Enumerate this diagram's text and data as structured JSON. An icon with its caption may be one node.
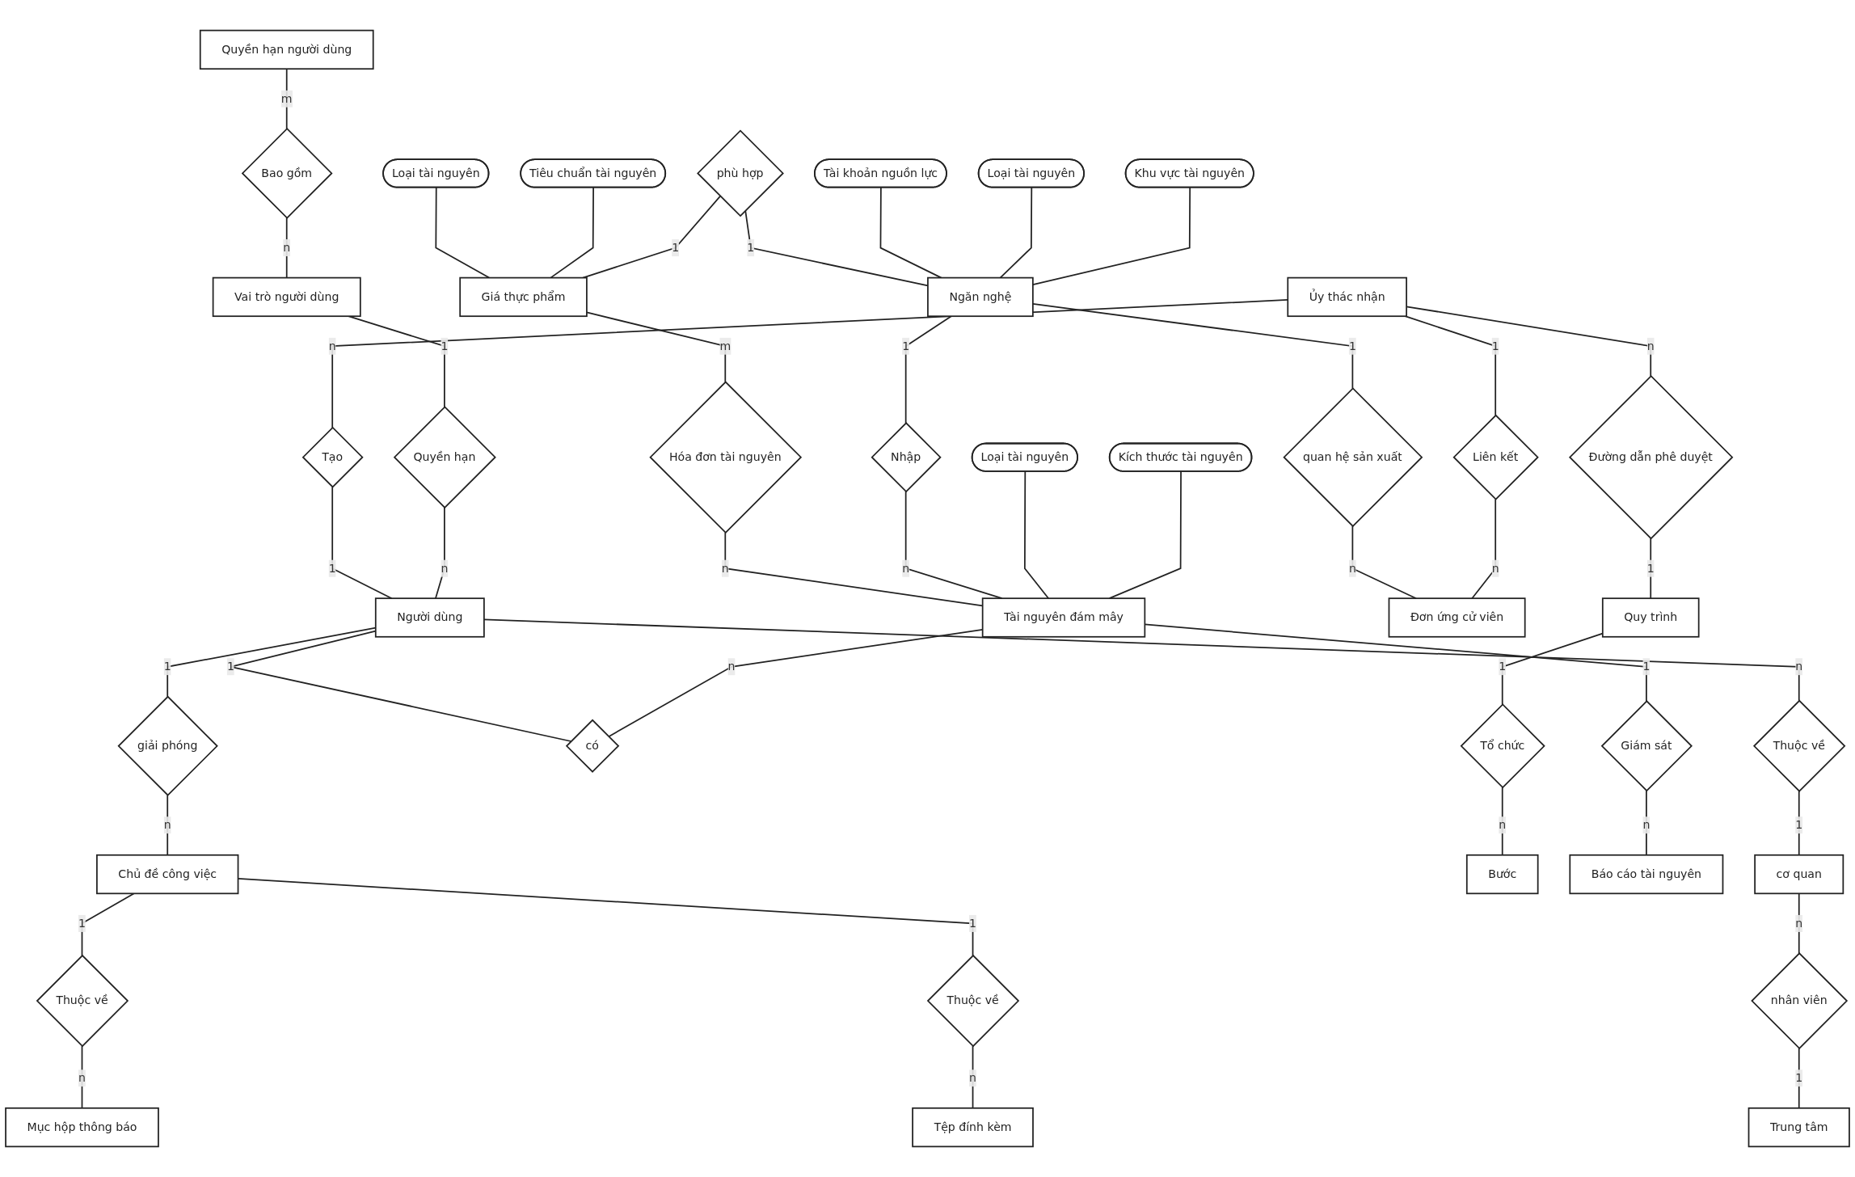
{
  "diagram": {
    "nodes": [
      {
        "text": [
          "Loại tài nguyên"
        ]
      },
      {
        "text": [
          "Tiêu chuẩn tài nguyên"
        ]
      },
      {
        "text": [
          "Quyền hạn người dùng"
        ]
      },
      {
        "text": [
          "Bao gồm"
        ]
      },
      {
        "text": [
          "phù hợp"
        ]
      },
      {
        "text": [
          "Giá thực phẩm"
        ]
      },
      {
        "text": [
          "Tài khoản nguồn lực"
        ]
      },
      {
        "text": [
          "Vai trò người dùng"
        ]
      },
      {
        "text": [
          "Hóa đơn tài nguyên"
        ]
      },
      {
        "text": [
          "Ủy thác nhận"
        ]
      },
      {
        "text": [
          "Tạo"
        ]
      },
      {
        "text": [
          "Ngăn nghệ"
        ]
      },
      {
        "text": [
          "Loại tài nguyên"
        ]
      },
      {
        "text": [
          "Quyền hạn"
        ]
      },
      {
        "text": [
          "Khu vực tài nguyên"
        ]
      },
      {
        "text": [
          "quan hệ sản xuất"
        ]
      },
      {
        "text": [
          "Liên kết"
        ]
      },
      {
        "text": [
          "Nhập"
        ]
      },
      {
        "text": [
          "Người dùng"
        ]
      },
      {
        "text": [
          "cơ quan"
        ]
      },
      {
        "text": [
          "Loại tài nguyên"
        ]
      },
      {
        "text": [
          "Tài nguyên đám mây"
        ]
      },
      {
        "text": [
          "Đơn ứng cử viên"
        ]
      },
      {
        "text": [
          "Thuộc về"
        ]
      },
      {
        "text": [
          "nhân viên"
        ]
      },
      {
        "text": [
          "Kích thước tài nguyên"
        ]
      },
      {
        "text": [
          "có"
        ]
      },
      {
        "text": [
          "Đường dẫn phê duyệt"
        ]
      },
      {
        "text": [
          "giải phóng"
        ]
      },
      {
        "text": [
          "Giám sát"
        ]
      },
      {
        "text": [
          "Bước"
        ]
      },
      {
        "text": [
          "Trung tâm"
        ]
      },
      {
        "text": [
          "Báo cáo tài nguyên"
        ]
      },
      {
        "text": [
          "Quy trình"
        ]
      },
      {
        "text": [
          "Tổ chức"
        ]
      },
      {
        "text": [
          "Chủ đề công việc"
        ]
      },
      {
        "text": [
          "Tệp đính kèm"
        ]
      },
      {
        "text": [
          "Thuộc về"
        ]
      },
      {
        "text": [
          "Thuộc về"
        ]
      },
      {
        "text": [
          "Mục hộp thông báo"
        ]
      }
    ],
    "edges": [
      {
        "from": 0,
        "to": 5,
        "arrow": "none"
      },
      {
        "from": 1,
        "to": 5,
        "arrow": "none"
      },
      {
        "from": 4,
        "to": 5,
        "arrow": "none",
        "label": "1"
      },
      {
        "from": 4,
        "to": 11,
        "arrow": "none",
        "label": "1"
      },
      {
        "from": 5,
        "to": 8,
        "arrow": "none",
        "label": "m"
      },
      {
        "from": 8,
        "to": 21,
        "arrow": "none",
        "label": "n"
      },
      {
        "from": 6,
        "to": 11,
        "arrow": "none"
      },
      {
        "from": 12,
        "to": 11,
        "arrow": "none"
      },
      {
        "from": 14,
        "to": 11,
        "arrow": "none"
      },
      {
        "from": 11,
        "to": 15,
        "arrow": "none",
        "label": "1"
      },
      {
        "from": 15,
        "to": 22,
        "arrow": "none",
        "label": "n"
      },
      {
        "from": 11,
        "to": 17,
        "arrow": "none",
        "label": "1"
      },
      {
        "from": 17,
        "to": 21,
        "arrow": "none",
        "label": "n"
      },
      {
        "from": 9,
        "to": 10,
        "arrow": "none",
        "label": "n"
      },
      {
        "from": 10,
        "to": 18,
        "arrow": "none",
        "label": "1"
      },
      {
        "from": 9,
        "to": 16,
        "arrow": "none",
        "label": "1"
      },
      {
        "from": 16,
        "to": 22,
        "arrow": "none",
        "label": "n"
      },
      {
        "from": 9,
        "to": 27,
        "arrow": "none",
        "label": "n"
      },
      {
        "from": 27,
        "to": 33,
        "arrow": "none",
        "label": "1"
      },
      {
        "from": 2,
        "to": 3,
        "arrow": "none",
        "label": "m"
      },
      {
        "from": 3,
        "to": 7,
        "arrow": "none",
        "label": "n"
      },
      {
        "from": 7,
        "to": 13,
        "arrow": "none",
        "label": "1"
      },
      {
        "from": 13,
        "to": 18,
        "arrow": "none",
        "label": "n"
      },
      {
        "from": 18,
        "to": 26,
        "arrow": "none",
        "label": "1"
      },
      {
        "from": 21,
        "to": 26,
        "arrow": "none",
        "label": "n"
      },
      {
        "from": 18,
        "to": 28,
        "arrow": "none",
        "label": "1"
      },
      {
        "from": 28,
        "to": 35,
        "arrow": "none",
        "label": "n"
      },
      {
        "from": 18,
        "to": 23,
        "arrow": "none",
        "label": "n"
      },
      {
        "from": 23,
        "to": 19,
        "arrow": "none",
        "label": "1"
      },
      {
        "from": 19,
        "to": 24,
        "arrow": "none",
        "label": "n"
      },
      {
        "from": 24,
        "to": 31,
        "arrow": "none",
        "label": "1"
      },
      {
        "from": 20,
        "to": 21,
        "arrow": "none"
      },
      {
        "from": 25,
        "to": 21,
        "arrow": "none"
      },
      {
        "from": 21,
        "to": 29,
        "arrow": "none",
        "label": "1"
      },
      {
        "from": 29,
        "to": 32,
        "arrow": "none",
        "label": "n"
      },
      {
        "from": 33,
        "to": 34,
        "arrow": "none",
        "label": "1"
      },
      {
        "from": 34,
        "to": 30,
        "arrow": "none",
        "label": "n"
      },
      {
        "from": 35,
        "to": 38,
        "arrow": "none",
        "label": "1"
      },
      {
        "from": 38,
        "to": 39,
        "arrow": "none",
        "label": "n"
      },
      {
        "from": 35,
        "to": 37,
        "arrow": "none",
        "label": "1"
      },
      {
        "from": 37,
        "to": 36,
        "arrow": "none",
        "label": "n"
      }
    ]
  }
}
